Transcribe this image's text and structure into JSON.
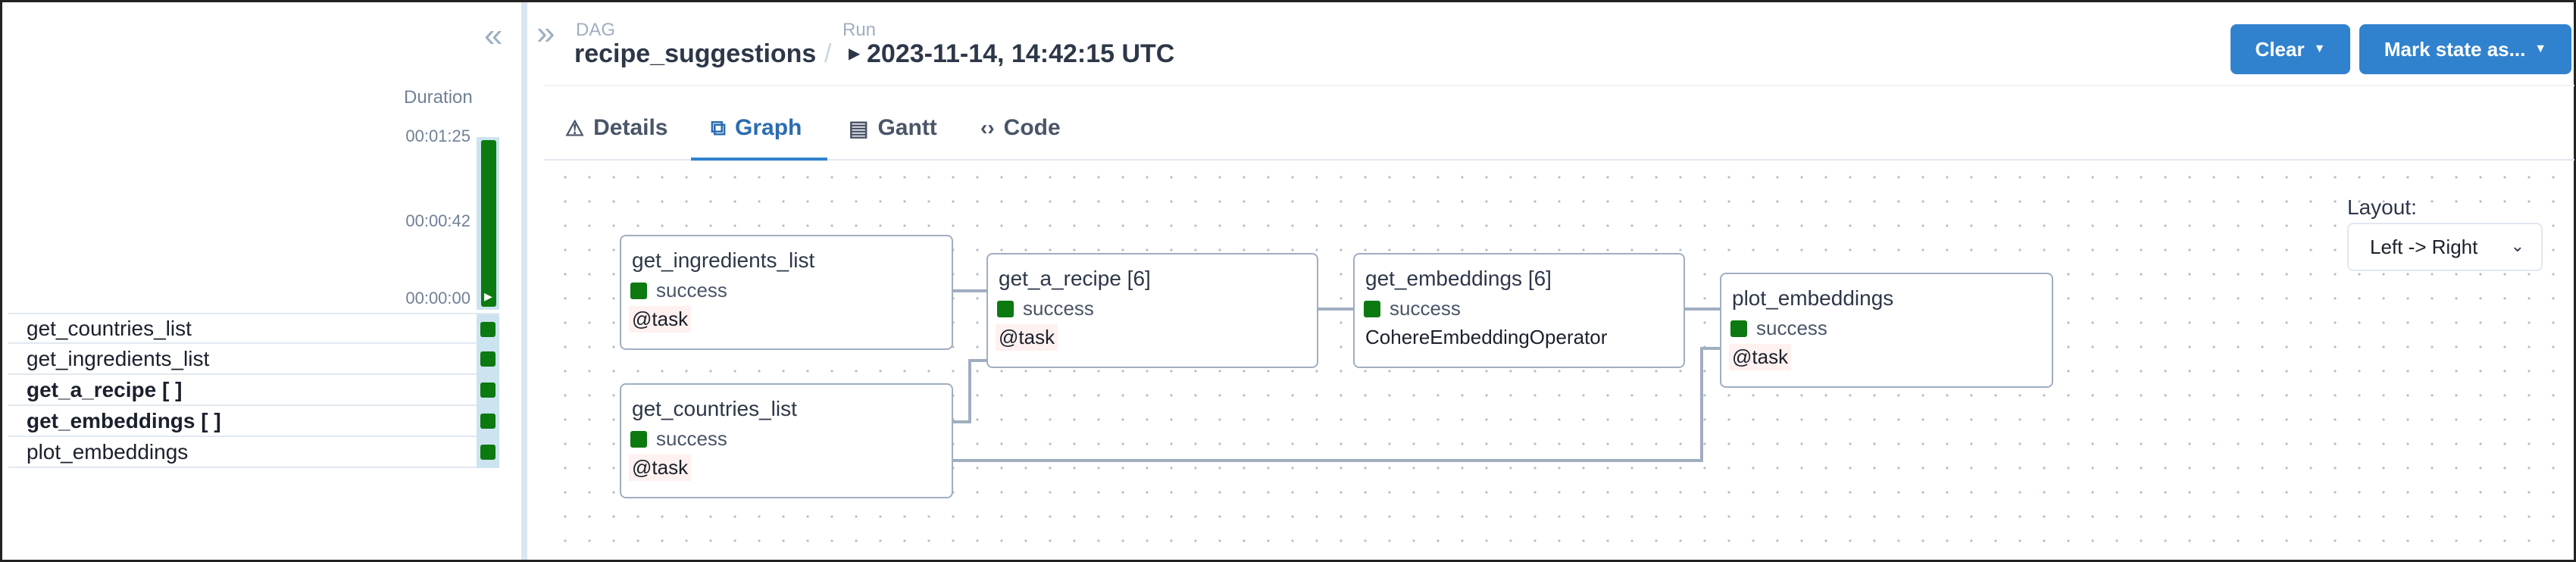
{
  "grid": {
    "collapse_icon": "«",
    "duration": {
      "label": "Duration",
      "ticks": [
        "00:01:25",
        "00:00:42",
        "00:00:00"
      ],
      "bar_color": "#0c7a10"
    },
    "tasks": [
      {
        "name": "get_countries_list",
        "bold": false
      },
      {
        "name": "get_ingredients_list",
        "bold": false
      },
      {
        "name": "get_a_recipe [ ]",
        "bold": true
      },
      {
        "name": "get_embeddings [ ]",
        "bold": true
      },
      {
        "name": "plot_embeddings",
        "bold": false
      }
    ]
  },
  "header": {
    "expand_icon": "»",
    "dag_label": "DAG",
    "dag_id": "recipe_suggestions",
    "separator": "/",
    "run_label": "Run",
    "run_id": "2023-11-14, 14:42:15 UTC",
    "clear_label": "Clear",
    "mark_state_label": "Mark state as...",
    "accent_color": "#3182ce"
  },
  "tabs": [
    {
      "label": "Details",
      "icon": "warning-triangle-icon",
      "glyph": "⚠"
    },
    {
      "label": "Graph",
      "icon": "graph-icon",
      "glyph": "⧉",
      "active": true
    },
    {
      "label": "Gantt",
      "icon": "gantt-icon",
      "glyph": "▤"
    },
    {
      "label": "Code",
      "icon": "code-icon",
      "glyph": "‹›"
    }
  ],
  "graph": {
    "nodes": {
      "get_ingredients_list": {
        "name": "get_ingredients_list",
        "state": "success",
        "operator": "@task"
      },
      "get_countries_list": {
        "name": "get_countries_list",
        "state": "success",
        "operator": "@task"
      },
      "get_a_recipe": {
        "name": "get_a_recipe [6]",
        "state": "success",
        "operator": "@task"
      },
      "get_embeddings": {
        "name": "get_embeddings [6]",
        "state": "success",
        "operator": "CohereEmbeddingOperator"
      },
      "plot_embeddings": {
        "name": "plot_embeddings",
        "state": "success",
        "operator": "@task"
      }
    },
    "success_color": "#0c7a10",
    "layout_label": "Layout:",
    "layout_value": "Left -> Right"
  }
}
